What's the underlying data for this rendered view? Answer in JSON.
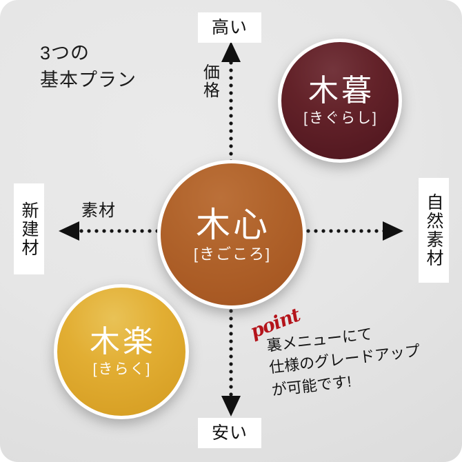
{
  "title": {
    "line1": "3つの",
    "line2": "基本プラン",
    "full": "3つの\n基本プラン"
  },
  "axes": {
    "vertical": {
      "name": "価格",
      "high_label": "高い",
      "low_label": "安い"
    },
    "horizontal": {
      "name": "素材",
      "left_label": "新建材",
      "right_label": "自然素材"
    }
  },
  "plans": [
    {
      "id": "kigurashi",
      "kanji": "木暮",
      "kana": "[きぐらし]",
      "color": "#5c1f26",
      "position": "top-right"
    },
    {
      "id": "kigokoro",
      "kanji": "木心",
      "kana": "[きごころ]",
      "color": "#b1642c",
      "position": "center"
    },
    {
      "id": "kiraku",
      "kanji": "木楽",
      "kana": "[きらく]",
      "color": "#e2ae33",
      "position": "bottom-left"
    }
  ],
  "note": {
    "marker": "point",
    "marker_color": "#b4141b",
    "line1": "裏メニューにて",
    "line2": "仕様のグレードアップ",
    "line3": "が可能です!",
    "full": "裏メニューにて\n仕様のグレードアップ\nが可能です!"
  },
  "colors": {
    "panel_background": "#e4e4e4",
    "page_background": "#ffffff",
    "axis_line": "#141414",
    "text": "#141414"
  }
}
